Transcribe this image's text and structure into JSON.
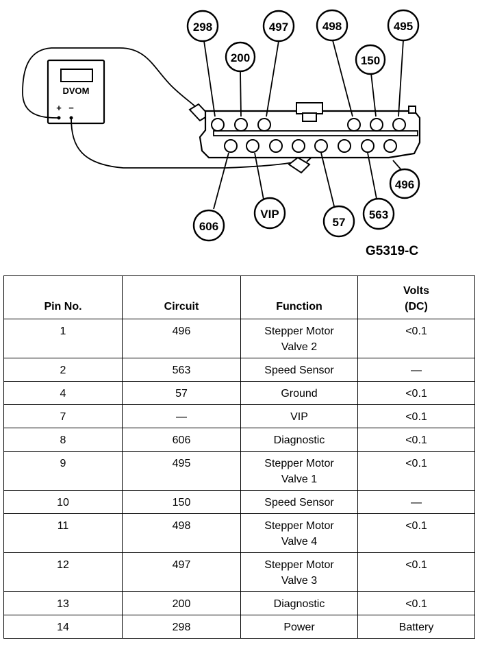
{
  "figure": {
    "id": "G5319-C",
    "meter_label": "DVOM",
    "meter_plus": "+",
    "meter_minus": "−",
    "callouts": [
      "298",
      "497",
      "498",
      "495",
      "200",
      "150",
      "496",
      "606",
      "VIP",
      "57",
      "563"
    ]
  },
  "table": {
    "headers": {
      "pin": "Pin No.",
      "circuit": "Circuit",
      "function": "Function",
      "volts_line1": "Volts",
      "volts_line2": "(DC)"
    },
    "rows": [
      {
        "pin": "1",
        "circuit": "496",
        "function": [
          "Stepper Motor",
          "Valve 2"
        ],
        "volts": "<0.1"
      },
      {
        "pin": "2",
        "circuit": "563",
        "function": [
          "Speed Sensor"
        ],
        "volts": "—"
      },
      {
        "pin": "4",
        "circuit": "57",
        "function": [
          "Ground"
        ],
        "volts": "<0.1"
      },
      {
        "pin": "7",
        "circuit": "—",
        "function": [
          "VIP"
        ],
        "volts": "<0.1"
      },
      {
        "pin": "8",
        "circuit": "606",
        "function": [
          "Diagnostic"
        ],
        "volts": "<0.1"
      },
      {
        "pin": "9",
        "circuit": "495",
        "function": [
          "Stepper Motor",
          "Valve 1"
        ],
        "volts": "<0.1"
      },
      {
        "pin": "10",
        "circuit": "150",
        "function": [
          "Speed Sensor"
        ],
        "volts": "—"
      },
      {
        "pin": "11",
        "circuit": "498",
        "function": [
          "Stepper Motor",
          "Valve 4"
        ],
        "volts": "<0.1"
      },
      {
        "pin": "12",
        "circuit": "497",
        "function": [
          "Stepper Motor",
          "Valve 3"
        ],
        "volts": "<0.1"
      },
      {
        "pin": "13",
        "circuit": "200",
        "function": [
          "Diagnostic"
        ],
        "volts": "<0.1"
      },
      {
        "pin": "14",
        "circuit": "298",
        "function": [
          "Power"
        ],
        "volts": "Battery"
      }
    ]
  }
}
